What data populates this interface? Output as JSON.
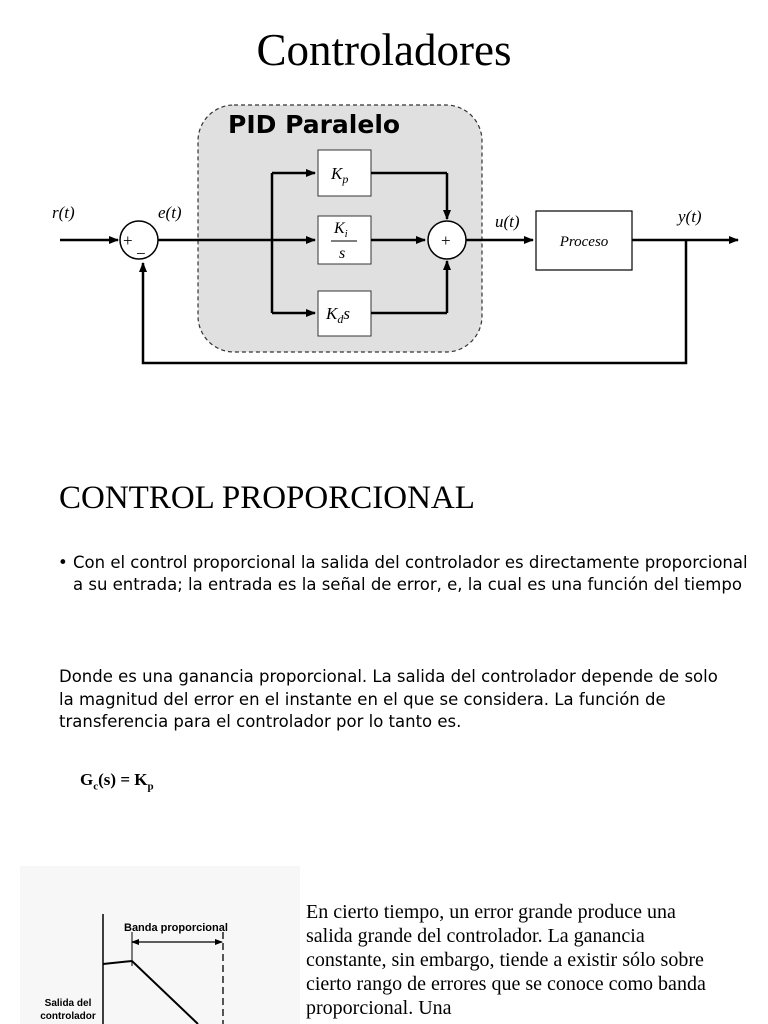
{
  "page_title": "Controladores",
  "diagram": {
    "block_label": "PID Paralelo",
    "signals": {
      "r": "r(t)",
      "e": "e(t)",
      "u": "u(t)",
      "y": "y(t)"
    },
    "sum1_plus": "+",
    "sum1_minus": "−",
    "sum2_plus": "+",
    "kp": {
      "main": "K",
      "sub": "p"
    },
    "ki": {
      "main": "K",
      "sub": "i",
      "den": "s"
    },
    "kd": {
      "main": "K",
      "sub": "d",
      "tail": "s"
    },
    "process": "Proceso"
  },
  "section": {
    "heading": "CONTROL PROPORCIONAL",
    "bullet": "Con el control proporcional la salida del controlador es directamente proporcional a su entrada; la entrada es la señal de error, e, la cual es una función del tiempo",
    "paragraph": "Donde  es una ganancia proporcional. La salida del controlador depende de solo la magnitud del error en el instante en el que se considera. La función de transferencia para el controlador por lo tanto es.",
    "formula": {
      "lhs": "G",
      "lhs_sub": "c",
      "arg": "(s) = K",
      "rhs_sub": "p"
    }
  },
  "figure": {
    "band_label": "Banda proporcional",
    "y_label_1": "Salida del",
    "y_label_2": "controlador"
  },
  "right_text": "En cierto tiempo, un error grande produce una salida grande del controlador. La ganancia constante, sin embargo, tiende a existir sólo sobre cierto rango de errores que se conoce como banda proporcional. Una"
}
